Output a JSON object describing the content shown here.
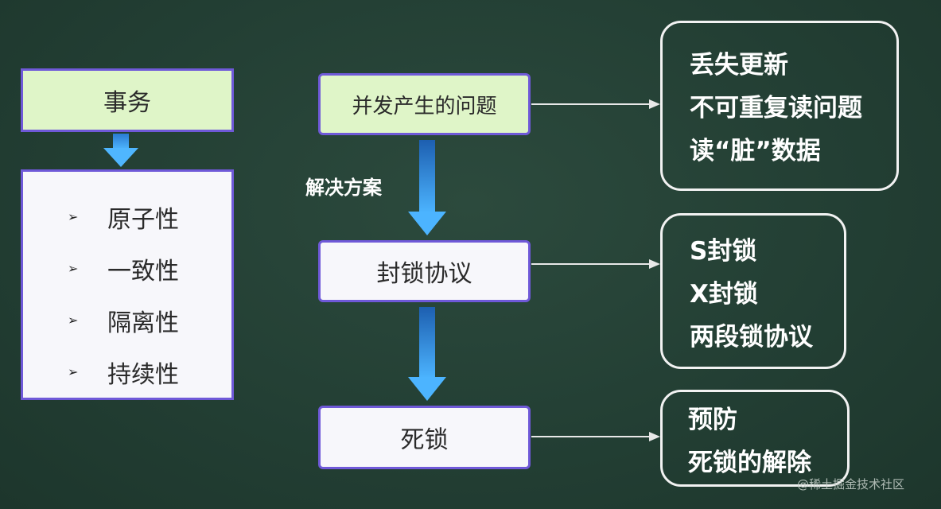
{
  "transaction": {
    "title": "事务",
    "properties": [
      "原子性",
      "一致性",
      "隔离性",
      "持续性"
    ],
    "bullet": "➢"
  },
  "flow": {
    "concurrency_problems": "并发产生的问题",
    "solution_label": "解决方案",
    "lock_protocol": "封锁协议",
    "deadlock": "死锁"
  },
  "problems": [
    "丢失更新",
    "不可重复读问题",
    "读“脏”数据"
  ],
  "locks": [
    "S封锁",
    "X封锁",
    "两段锁协议"
  ],
  "deadlock_solutions": [
    "预防",
    "死锁的解除"
  ],
  "watermark": "@稀土掘金技术社区",
  "colors": {
    "background": "#233f34",
    "box_border": "#6f59d8",
    "transaction_fill": "#dff5c8",
    "arrow_blue": "#3aa0ef",
    "rounded_border": "#f2f2f2"
  }
}
